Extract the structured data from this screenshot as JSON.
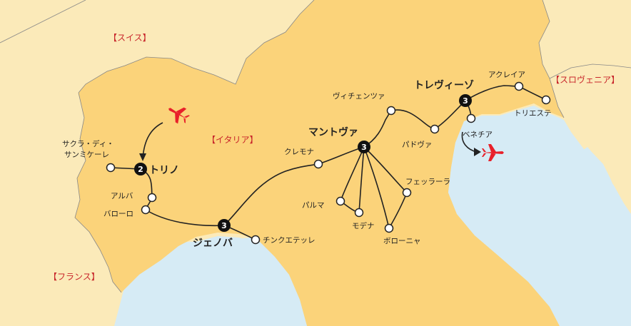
{
  "countries": {
    "switzerland": "【スイス】",
    "italy": "【イタリア】",
    "france": "【フランス】",
    "slovenia": "【スロヴェニア】"
  },
  "cities": {
    "sakura_line1": "サクラ・ディ・",
    "sakura_line2": "サンミケーレ",
    "torino": "トリノ",
    "alba": "アルバ",
    "barolo": "バローロ",
    "genova": "ジェノバ",
    "cinque_terre": "チンクエテッレ",
    "cremona": "クレモナ",
    "mantova": "マントヴァ",
    "vicenza": "ヴィチェンツァ",
    "padova": "パドヴァ",
    "treviso": "トレヴィーゾ",
    "aquileia": "アクレイア",
    "trieste": "トリエステ",
    "venezia": "ベネチア",
    "parma": "パルマ",
    "modena": "モデナ",
    "ferrara": "フェッラーラ",
    "bologna": "ボローニャ"
  },
  "stays": {
    "torino": "2",
    "genova": "3",
    "mantova": "3",
    "treviso": "3"
  },
  "colors": {
    "sea": "#d6ebf5",
    "italy": "#fbd37a",
    "neighbor": "#fbeab9",
    "route": "#222222",
    "country_label": "#c8262b",
    "plane": "#e8202a"
  },
  "icons": [
    "plane-arrival-icon",
    "plane-departure-icon"
  ]
}
